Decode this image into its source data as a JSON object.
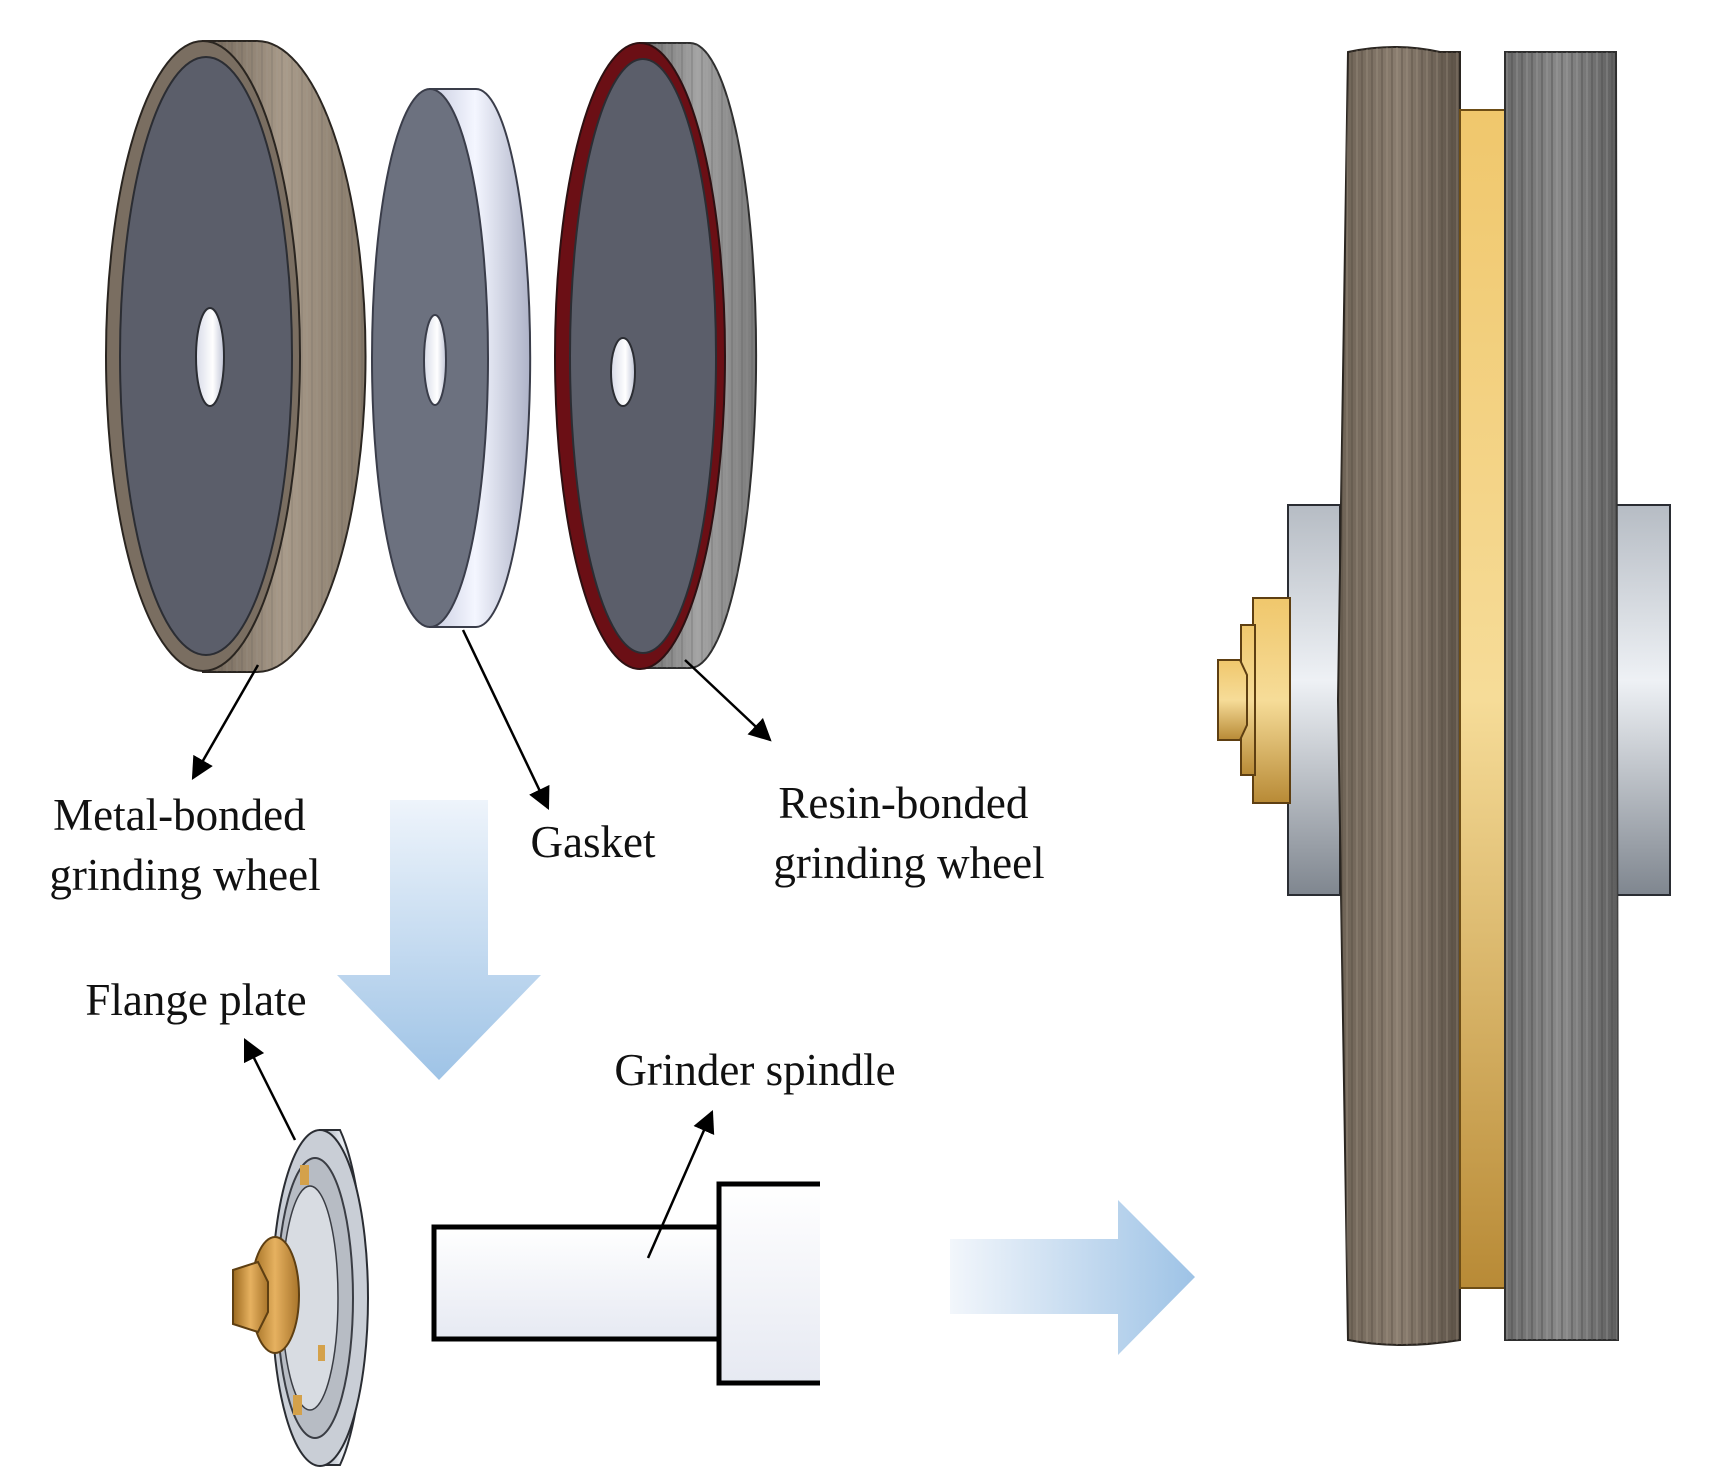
{
  "labels": {
    "metal_wheel": [
      "Metal-bonded",
      "grinding wheel"
    ],
    "gasket": "Gasket",
    "resin_wheel": [
      "Resin-bonded",
      "grinding wheel"
    ],
    "flange_plate": "Flange plate",
    "grinder_spindle": "Grinder spindle"
  },
  "colors": {
    "metal_wheel_face": "#5b5e6a",
    "metal_wheel_rim": "#9a8c7c",
    "gasket_face": "#6c717f",
    "gasket_rim": "#dfe3f2",
    "resin_rim_red": "#6b0f15",
    "resin_wheel_side": "#8b8b8b",
    "brass": "#d4a14a",
    "flow_arrow": "#a9c9e8"
  }
}
